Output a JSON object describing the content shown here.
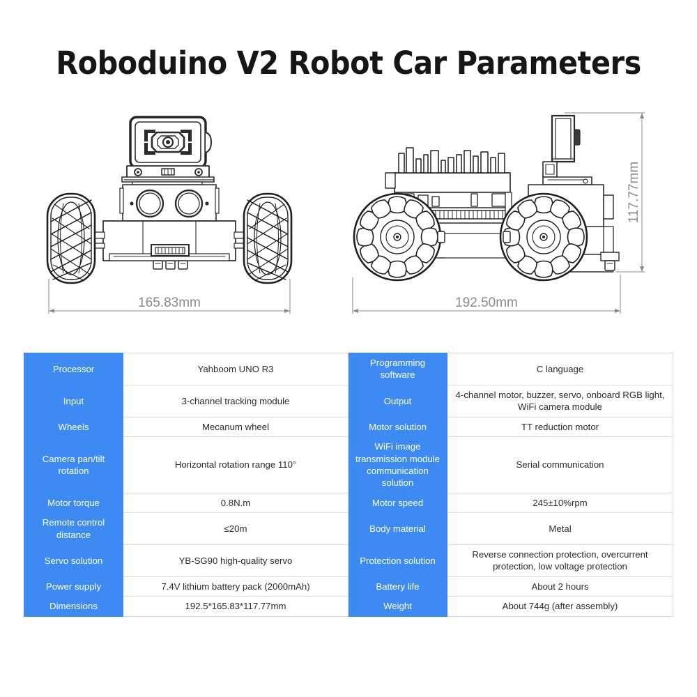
{
  "page": {
    "title": "Roboduino V2 Robot Car Parameters",
    "background_color": "#ffffff"
  },
  "theme": {
    "accent_blue": "#3d8bf2",
    "label_text_color": "#ffffff",
    "value_text_color": "#2b2b2b",
    "cell_border_color": "#dcdcdc",
    "drawing_line_color": "#3f3f3f",
    "dimension_line_color": "#8a8a8a",
    "dimension_text_color": "#8a8a8a"
  },
  "drawings": {
    "front_view": {
      "name": "front-view-drawing",
      "dimension_label": "165.83mm",
      "parts": [
        "camera-module",
        "pan-tilt-bracket",
        "ultrasonic-sensor-left",
        "ultrasonic-sensor-right",
        "chassis-body",
        "mecanum-wheel-left",
        "mecanum-wheel-right",
        "tracking-sensor-module"
      ]
    },
    "side_view": {
      "name": "side-view-drawing",
      "dimension_label_width": "192.50mm",
      "dimension_label_height": "117.77mm",
      "parts": [
        "control-board",
        "pin-header-strip",
        "camera-tower",
        "camera-mount-bracket",
        "mecanum-wheel-front",
        "mecanum-wheel-rear",
        "chassis-plate"
      ]
    }
  },
  "spec_table": {
    "name": "robot-parameters-table",
    "rows": [
      {
        "left_label": "Processor",
        "left_value": "Yahboom UNO R3",
        "right_label": "Programming software",
        "right_value": "C language"
      },
      {
        "left_label": "Input",
        "left_value": "3-channel tracking module",
        "right_label": "Output",
        "right_value": "4-channel motor, buzzer, servo, onboard RGB light, WiFi camera module"
      },
      {
        "left_label": "Wheels",
        "left_value": "Mecanum wheel",
        "right_label": "Motor solution",
        "right_value": "TT reduction motor"
      },
      {
        "left_label": "Camera pan/tilt rotation",
        "left_value": "Horizontal rotation range 110°",
        "right_label": "WiFi image transmission module communication solution",
        "right_value": "Serial communication"
      },
      {
        "left_label": "Motor torque",
        "left_value": "0.8N.m",
        "right_label": "Motor speed",
        "right_value": "245±10%rpm"
      },
      {
        "left_label": "Remote control distance",
        "left_value": "≤20m",
        "right_label": "Body material",
        "right_value": "Metal"
      },
      {
        "left_label": "Servo solution",
        "left_value": "YB-SG90 high-quality servo",
        "right_label": "Protection solution",
        "right_value": "Reverse connection protection, overcurrent protection, low voltage protection"
      },
      {
        "left_label": "Power supply",
        "left_value": "7.4V lithium battery pack (2000mAh)",
        "right_label": "Battery life",
        "right_value": "About 2 hours"
      },
      {
        "left_label": "Dimensions",
        "left_value": "192.5*165.83*117.77mm",
        "right_label": "Weight",
        "right_value": "About 744g (after assembly)"
      }
    ]
  }
}
